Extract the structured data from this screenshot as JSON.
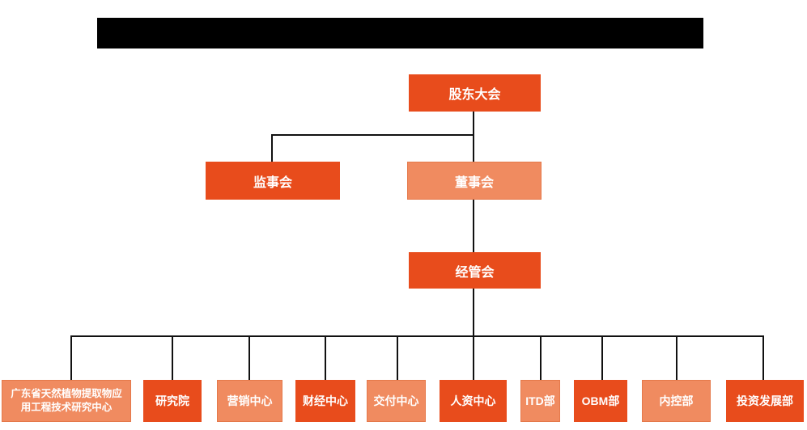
{
  "page": {
    "background_color": "#ffffff"
  },
  "header": {
    "bar_color": "#000000"
  },
  "org_chart": {
    "colors": {
      "primary": "#E84C1C",
      "secondary": "#F08B60",
      "node_text": "#FFFFFF",
      "connector": "#111111"
    },
    "nodes": {
      "shareholders": {
        "label": "股东大会",
        "variant": "primary"
      },
      "supervisors": {
        "label": "监事会",
        "variant": "primary"
      },
      "directors": {
        "label": "董事会",
        "variant": "secondary"
      },
      "management": {
        "label": "经管会",
        "variant": "primary"
      },
      "departments": [
        {
          "label": "广东省天然植物提取物应用工程技术研究中心",
          "variant": "secondary"
        },
        {
          "label": "研究院",
          "variant": "primary"
        },
        {
          "label": "营销中心",
          "variant": "secondary"
        },
        {
          "label": "财经中心",
          "variant": "primary"
        },
        {
          "label": "交付中心",
          "variant": "secondary"
        },
        {
          "label": "人资中心",
          "variant": "primary"
        },
        {
          "label": "ITD部",
          "variant": "secondary"
        },
        {
          "label": "OBM部",
          "variant": "primary"
        },
        {
          "label": "内控部",
          "variant": "secondary"
        },
        {
          "label": "投资发展部",
          "variant": "primary"
        }
      ]
    },
    "edges": [
      {
        "from": "股东大会",
        "to": "监事会"
      },
      {
        "from": "股东大会",
        "to": "董事会"
      },
      {
        "from": "董事会",
        "to": "经管会"
      },
      {
        "from": "经管会",
        "to": "广东省天然植物提取物应用工程技术研究中心"
      },
      {
        "from": "经管会",
        "to": "研究院"
      },
      {
        "from": "经管会",
        "to": "营销中心"
      },
      {
        "from": "经管会",
        "to": "财经中心"
      },
      {
        "from": "经管会",
        "to": "交付中心"
      },
      {
        "from": "经管会",
        "to": "人资中心"
      },
      {
        "from": "经管会",
        "to": "ITD部"
      },
      {
        "from": "经管会",
        "to": "OBM部"
      },
      {
        "from": "经管会",
        "to": "内控部"
      },
      {
        "from": "经管会",
        "to": "投资发展部"
      }
    ]
  }
}
